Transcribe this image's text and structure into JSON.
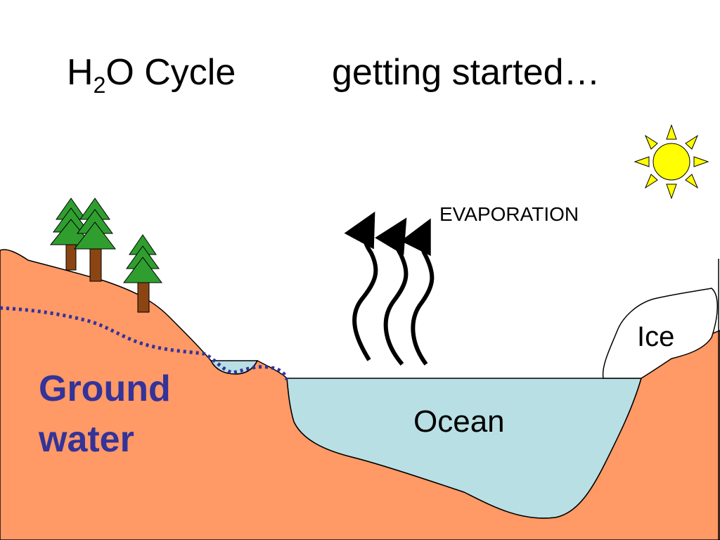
{
  "title": {
    "h": "H",
    "sub": "2",
    "rest": "O Cycle",
    "subtitle": "getting started…"
  },
  "labels": {
    "evaporation": "EVAPORATION",
    "ice": "Ice",
    "ocean": "Ocean",
    "groundwater_line1": "Ground",
    "groundwater_line2": "water"
  },
  "colors": {
    "land": "#ff9966",
    "water": "#b8dfe4",
    "groundwater_text": "#333399",
    "groundwater_dots": "#333399",
    "sun": "#ffff00",
    "tree_green": "#2f9e2f",
    "trunk": "#8b4513",
    "ice": "#ffffff"
  },
  "icons": {
    "sun": "sun-icon",
    "trees": "pine-tree-icon",
    "evaporation_arrows": "wavy-up-arrow-icon"
  }
}
